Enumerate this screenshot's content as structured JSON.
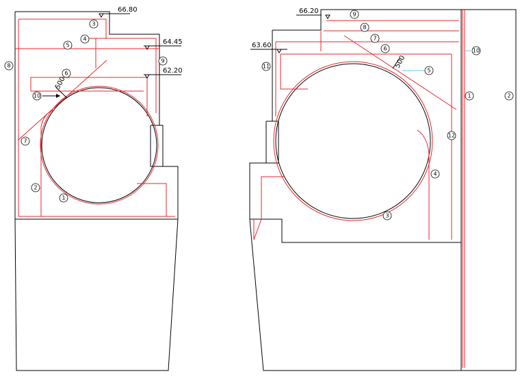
{
  "elevations": {
    "left_top": "66.80",
    "left_mid": "64.45",
    "left_low": "62.20",
    "right_top": "66.20",
    "right_mid": "63.60"
  },
  "dims": {
    "left_thickness": "500",
    "right_thickness": "500"
  },
  "left_markers": [
    "1",
    "2",
    "3",
    "4",
    "5",
    "6",
    "7",
    "8",
    "9",
    "10"
  ],
  "right_markers": [
    "1",
    "2",
    "3",
    "4",
    "5",
    "6",
    "7",
    "8",
    "9",
    "10",
    "11",
    "12"
  ],
  "colors": {
    "outline": "#000000",
    "rebar": "#e8262a",
    "leader": "#4fd2e6"
  }
}
